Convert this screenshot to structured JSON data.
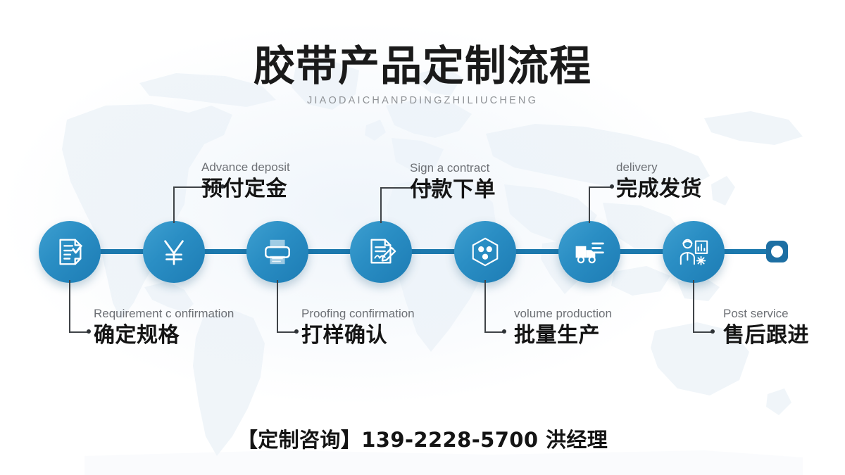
{
  "header": {
    "title": "胶带产品定制流程",
    "subtitle": "JIAODAICHANPDINGZHILIUCHENG"
  },
  "colors": {
    "node_light": "#3e9fd0",
    "node_dark": "#1d7cb4",
    "rail": "#1c79ae",
    "endcap": "#1d6fa3",
    "title_text": "#1a1a1a",
    "subtitle_text": "#8f9296",
    "label_en": "#6d7075",
    "label_cn": "#141414",
    "background": "#ffffff"
  },
  "steps": [
    {
      "index": 1,
      "icon": "document-check-icon",
      "label_en": "Requirement  c onfirmation",
      "label_cn": "确定规格",
      "position": "below"
    },
    {
      "index": 2,
      "icon": "yuan-currency-icon",
      "label_en": "Advance deposit",
      "label_cn": "预付定金",
      "position": "above"
    },
    {
      "index": 3,
      "icon": "printer-icon",
      "label_en": "Proofing confirmation",
      "label_cn": "打样确认",
      "position": "below"
    },
    {
      "index": 4,
      "icon": "contract-pen-icon",
      "label_en": "Sign a contract",
      "label_cn": "付款下单",
      "position": "above"
    },
    {
      "index": 5,
      "icon": "hexagon-dots-icon",
      "label_en": "volume production",
      "label_cn": "批量生产",
      "position": "below"
    },
    {
      "index": 6,
      "icon": "delivery-truck-icon",
      "label_en": "delivery",
      "label_cn": "完成发货",
      "position": "above"
    },
    {
      "index": 7,
      "icon": "support-agent-chart-icon",
      "label_en": "Post service",
      "label_cn": "售后跟进",
      "position": "below"
    }
  ],
  "endcap": {
    "icon": "rounded-square-dot-icon"
  },
  "footer": {
    "contact": "【定制咨询】139-2228-5700 洪经理"
  }
}
